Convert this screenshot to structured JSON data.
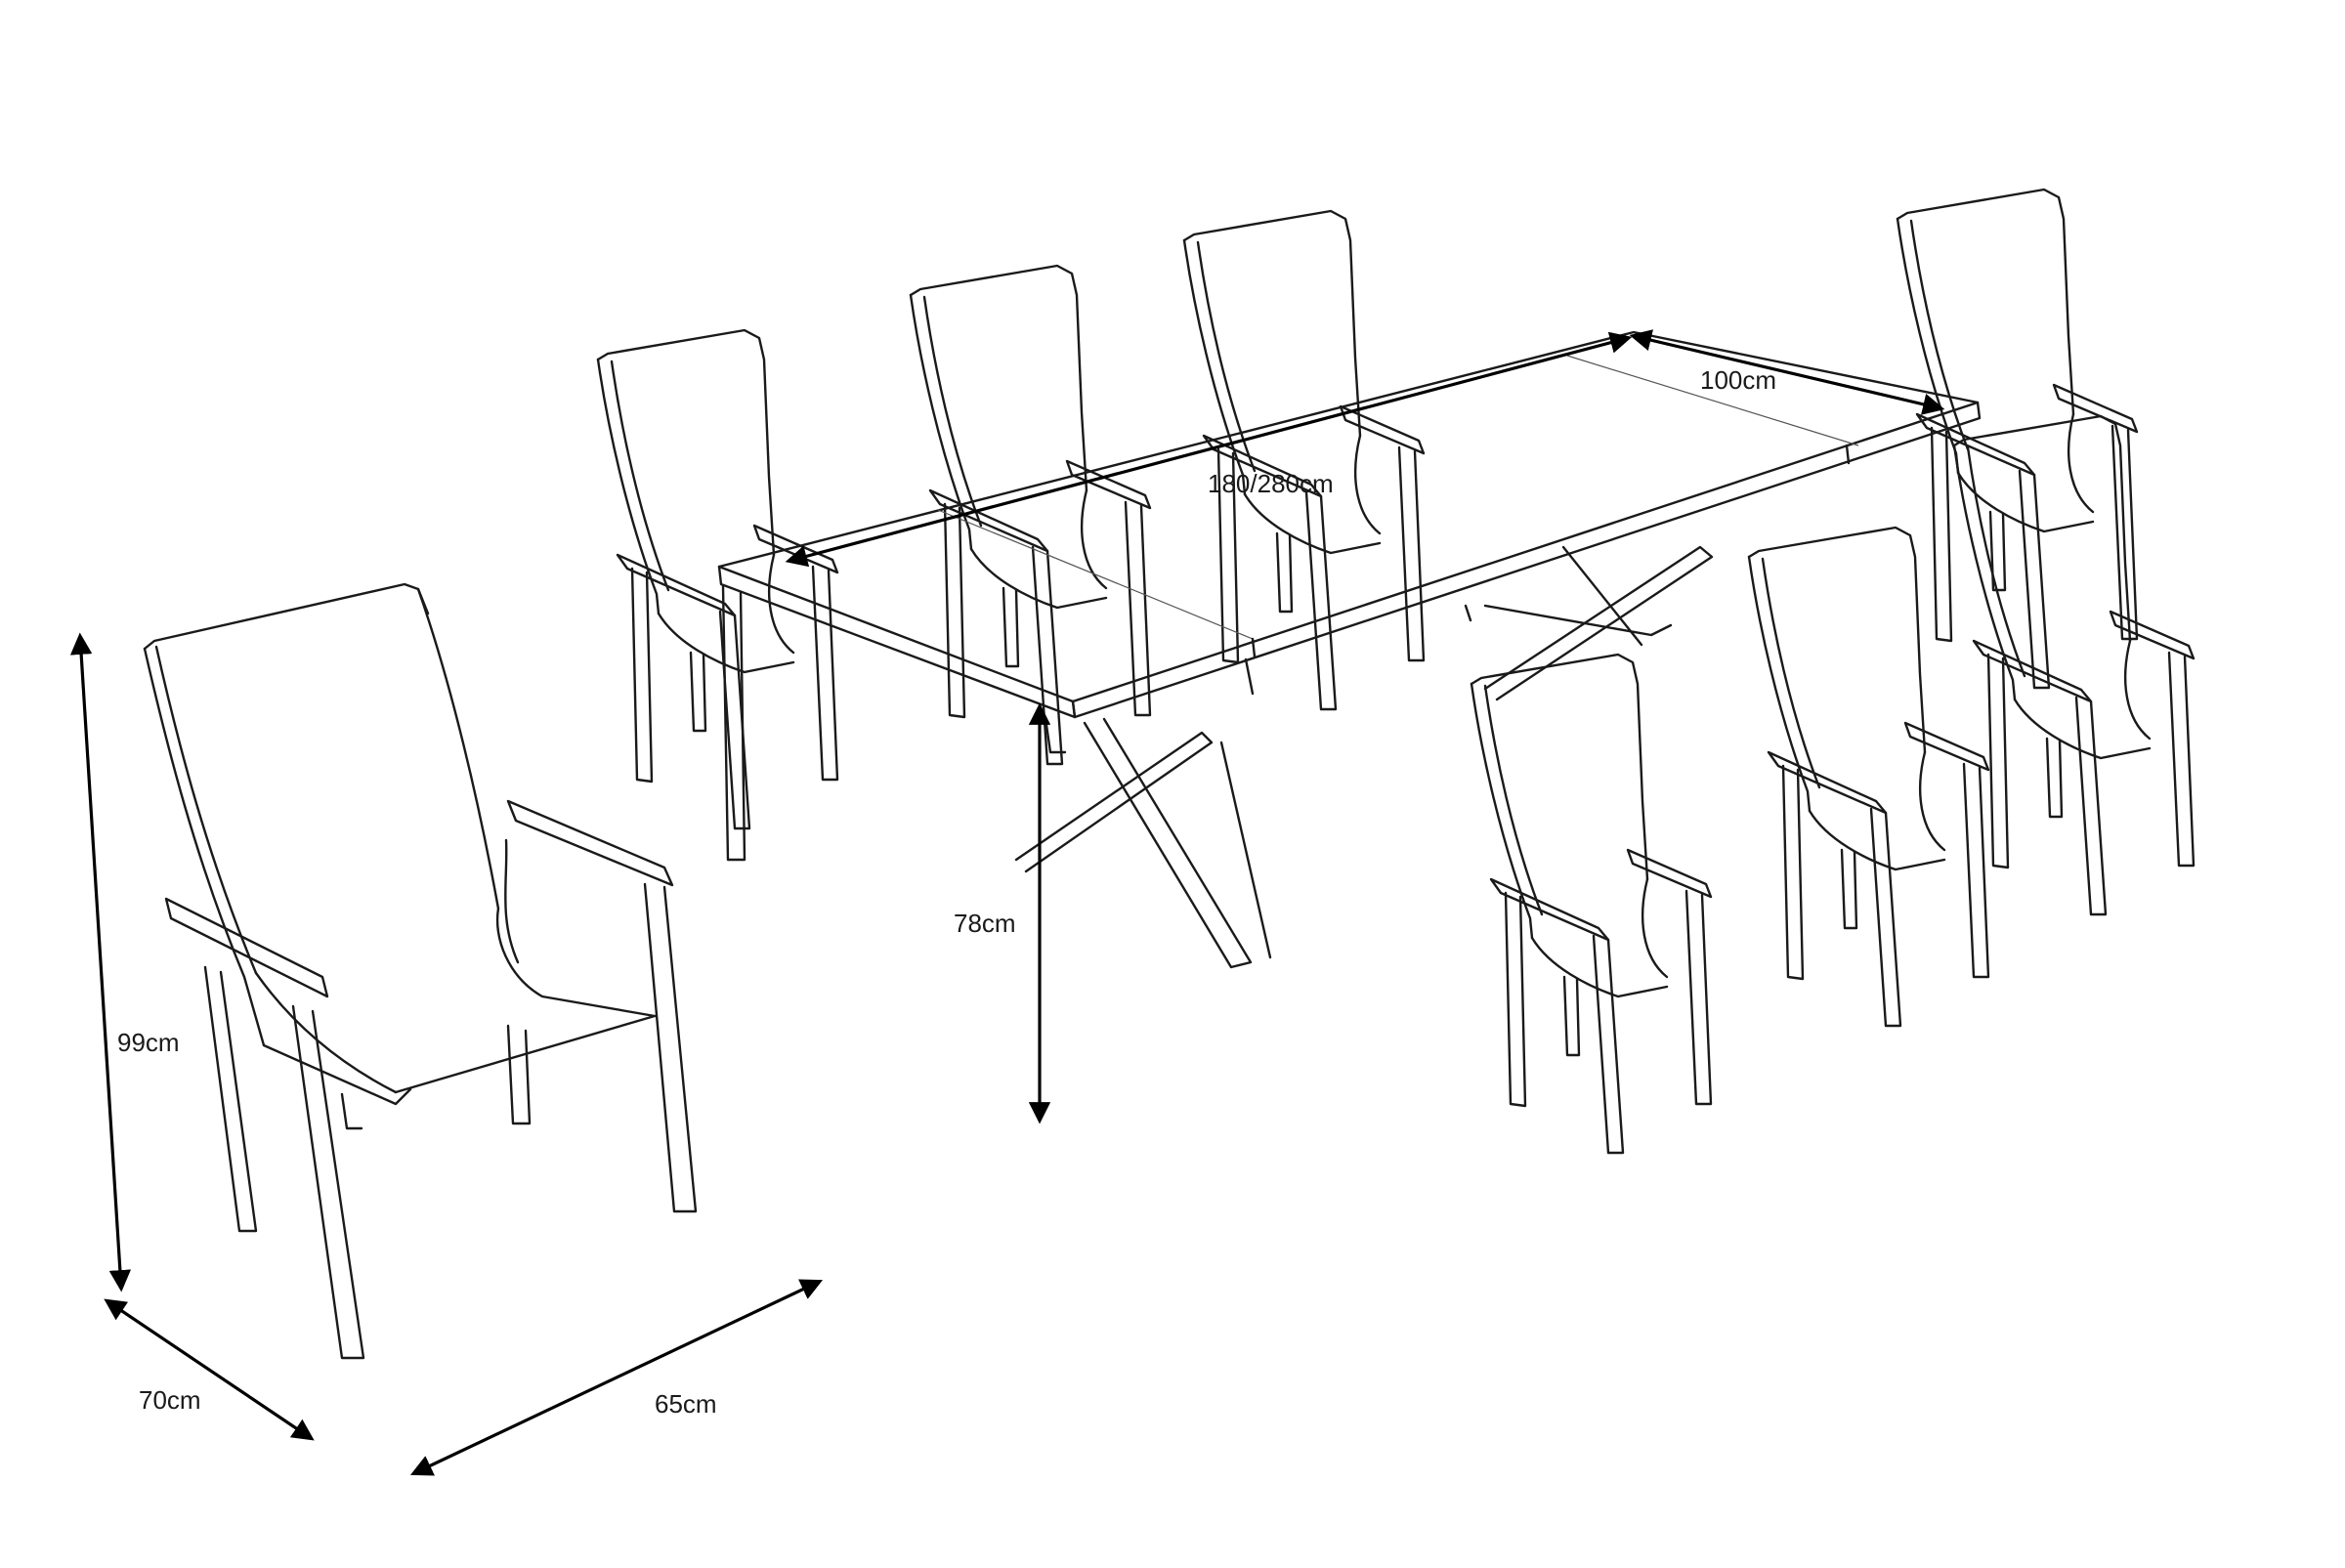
{
  "dimensions": {
    "table_length": "180/280cm",
    "table_width": "100cm",
    "table_height": "78cm",
    "chair_height": "99cm",
    "chair_width": "70cm",
    "chair_depth": "65cm"
  },
  "colors": {
    "line": "#1a1a1a",
    "background": "#ffffff"
  }
}
